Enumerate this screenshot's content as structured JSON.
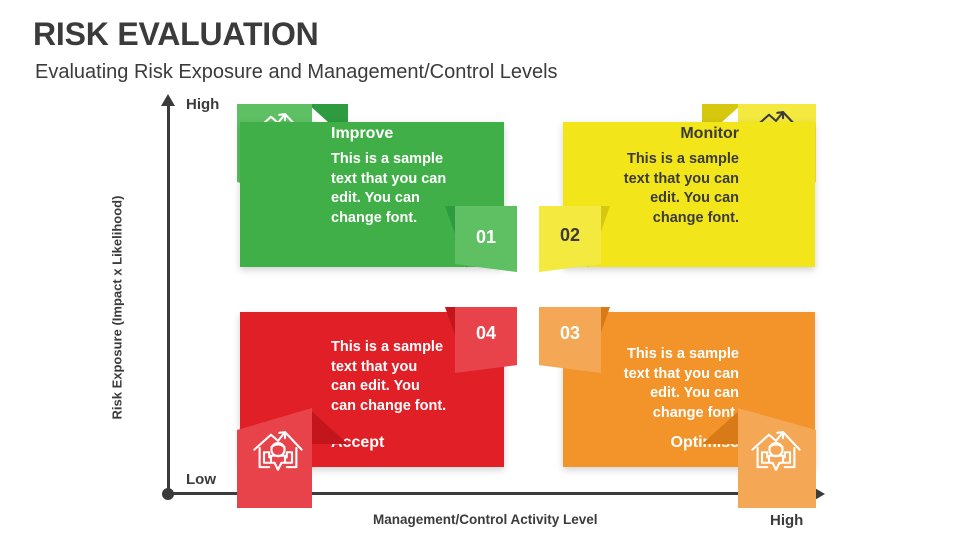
{
  "header": {
    "title": "RISK EVALUATION",
    "subtitle": "Evaluating Risk Exposure and Management/Control Levels"
  },
  "axes": {
    "y_label": "Risk Exposure  (Impact x Likelihood)",
    "x_label": "Management/Control Activity Level",
    "y_high": "High",
    "y_low": "Low",
    "x_high": "High"
  },
  "icon_name": "house-person-growth-icon",
  "colors": {
    "green": "#41AF48",
    "green_light": "#5EBF63",
    "green_dark": "#2E9B41",
    "yellow": "#F2E51A",
    "yellow_light": "#F3E93F",
    "yellow_dark": "#D6C70F",
    "red": "#E01F26",
    "red_light": "#E8434A",
    "red_dark": "#C2161C",
    "orange": "#F29429",
    "orange_light": "#F4A755",
    "orange_dark": "#D87A17",
    "text_dark": "#3b3b3b",
    "text_light": "#FFFFFF"
  },
  "quadrants": [
    {
      "id": "improve",
      "number": "01",
      "title": "Improve",
      "body": "This is a sample\ntext that you can\nedit. You can\nchange font.",
      "color": "green",
      "position": "top-left"
    },
    {
      "id": "monitor",
      "number": "02",
      "title": "Monitor",
      "body": "This is a sample\ntext that you can\nedit. You can\nchange font.",
      "color": "yellow",
      "position": "top-right"
    },
    {
      "id": "optimise",
      "number": "03",
      "title": "Optimise",
      "body": "This is a sample\ntext that you can\nedit. You can\nchange font.",
      "color": "orange",
      "position": "bottom-right"
    },
    {
      "id": "accept",
      "number": "04",
      "title": "Accept",
      "body": "This is a sample\ntext that you\ncan edit. You\ncan change font.",
      "color": "red",
      "position": "bottom-left"
    }
  ]
}
